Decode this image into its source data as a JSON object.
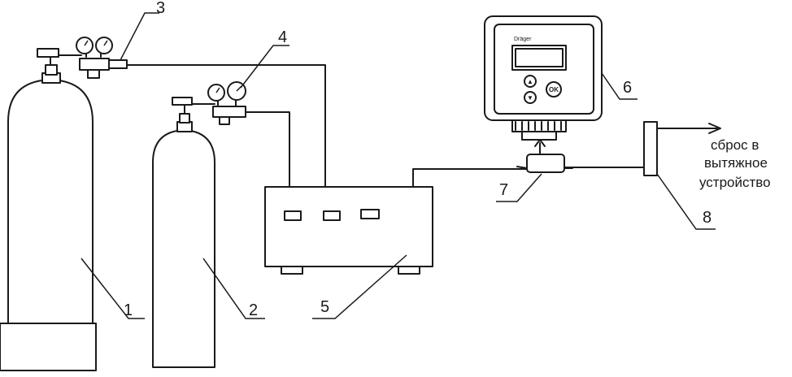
{
  "labels": {
    "cylinder_1": "1",
    "cylinder_2": "2",
    "regulator_3": "3",
    "regulator_4": "4",
    "generator_5": "5",
    "detector_6": "6",
    "adapter_7": "7",
    "outlet_8": "8"
  },
  "exhaust_note": {
    "line1": "сброс в",
    "line2": "вытяжное",
    "line3": "устройство"
  },
  "device_6": {
    "brand": "Dräger",
    "button_ok": "OK",
    "button_up": "▲",
    "button_down": "▼"
  },
  "colors": {
    "ink": "#1a1a1a",
    "paper": "#ffffff"
  }
}
